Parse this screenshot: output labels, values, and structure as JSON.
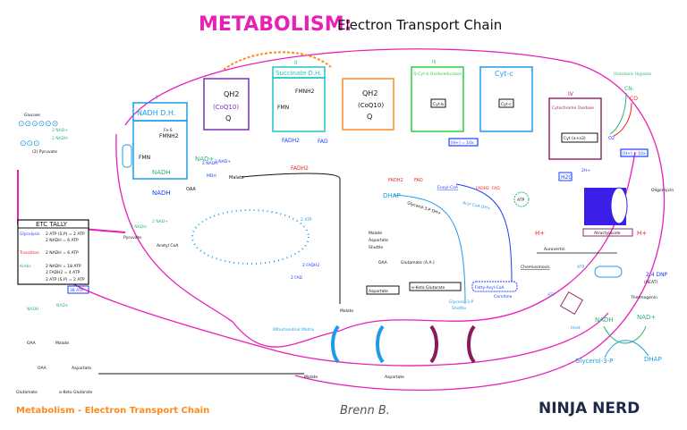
{
  "title": {
    "main": "METABOLISM:",
    "sub": "Electron Transport Chain"
  },
  "footer": {
    "left": "Metabolism - Electron Transport Chain",
    "signature": "Brenn B.",
    "logo": "NINJA NERD"
  },
  "colors": {
    "title": "#e91fb8",
    "membrane": "#e91fb8",
    "complex1": "#1e9be9",
    "coq": "#7b2fbf",
    "complex2": "#22c4c4",
    "complex3": "#2bd13a",
    "cytc": "#1e9be9",
    "complex4": "#9b2a6b",
    "nadh": "#2bb673",
    "fadh2": "#f02020",
    "footer": "#ff8a1e"
  },
  "complexes": {
    "c1": {
      "numeral": "I",
      "name": "NADH D.H.",
      "fmn": "FMN",
      "fmnh2": "FMNH2",
      "fes": "Fe-S",
      "nadh": "NADH",
      "nad": "NAD+",
      "nadh_in": "NADH"
    },
    "coq1": {
      "qh2": "QH2",
      "coq": "(CoQ10)",
      "q": "Q"
    },
    "c2": {
      "numeral": "II",
      "name": "Succinate D.H.",
      "fmn": "FMN",
      "fmnh2": "FMNH2",
      "fadh2": "FADH2",
      "fad": "FAD",
      "fadh2_red": "FADH2"
    },
    "coq2": {
      "qh2": "QH2",
      "coq": "(CoQ10)",
      "q": "Q"
    },
    "c3": {
      "numeral": "III",
      "name": "Q-Cyt-b Oxidoreductase",
      "cyt": "Cyt-b",
      "ratio": "[H+] = 10x"
    },
    "cytc": {
      "name": "Cyt-c",
      "cyt": "Cyt-c"
    },
    "c4": {
      "numeral": "IV",
      "name": "Cytochrome Oxidase",
      "cyt": "Cyt (a+a3)",
      "ratio": "[H+] = 10x",
      "o2": "O2",
      "h2o": "H2O",
      "h": "2H+"
    }
  },
  "hypoxia": {
    "label": "Histotoxic Hypoxia",
    "cn": "CN-",
    "co": "CO"
  },
  "atp_synthase": {
    "oligomycin": "Oligomycin",
    "atp": "ATP",
    "atractyloside": "Atractyloside",
    "aurovertin": "Aurovertin",
    "chemiosmosis": "Chemiosmosis",
    "dnp": "2,4 DNP",
    "heat": "(HEAT)",
    "thermogenin": "Thermogenin",
    "nadh": "NADH",
    "nad": "NAD+",
    "g3p": "Glycerol-3-P",
    "dhap": "DHAP",
    "heat_small": "Heat",
    "h1": "H+",
    "h2": "H+"
  },
  "glycolysis": {
    "glucose": "Glucose",
    "nad": "2 NAD+",
    "nadh": "2 NADH",
    "pyruvate": "(2) Pyruvate"
  },
  "tally": {
    "title": "ETC TALLY",
    "rows": [
      {
        "label": "Glycolysis",
        "lines": [
          "2 ATP (S.P) = 2 ATP",
          "2 NADH = 6 ATP"
        ]
      },
      {
        "label": "Transition",
        "lines": [
          "2 NADH = 6 ATP"
        ]
      },
      {
        "label": "Krebs",
        "lines": [
          "2 NADH = 18 ATP",
          "2 FADH2 = 4 ATP",
          "2 ATP (S.P) = 2 ATP"
        ]
      }
    ],
    "total": "38 ATP"
  },
  "shuttle": {
    "title1": "Malate",
    "title2": "Aspartate",
    "title3": "Shuttle",
    "oaa": "OAA",
    "glutamate": "Glutamate (A.A.)",
    "aspartate": "Aspartate",
    "akg": "α-Keto Glutarate",
    "malate": "Malate",
    "matrix": "Mitochondrial Matrix",
    "malate_top": "Malate",
    "oaa_top": "OAA",
    "nadh_small": "2 NADH",
    "nad_small": "2 NAD+",
    "mdh": "MDH",
    "cyto_nadh": "NADH",
    "cyto_nad": "NAD+",
    "cyto_oaa": "OAA",
    "cyto_malate": "Malate",
    "cyto_oaa2": "OAA",
    "cyto_aspartate": "Aspartate",
    "cyto_glutamate": "Glutamate",
    "cyto_akg": "α-Keto Glutarate",
    "malate_bottom": "Malate",
    "aspartate_bottom": "Aspartate"
  },
  "g3p_shuttle": {
    "fadh2": "FADH2",
    "fad": "FAD",
    "dhap": "DHAP",
    "g3p_dh": "Glycerol-3-P DH+",
    "g3p": "Glycerol-3-P",
    "shuttle": "Shuttle"
  },
  "beta_ox": {
    "enoyl": "Enoyl-CoA",
    "fadh2": "FADH2",
    "fad": "FAD",
    "acyl_dh": "Acyl CoA DH+",
    "fatty": "Fatty-Acyl-CoA",
    "carnitine": "Carnitine"
  },
  "krebs": {
    "pyruvate": "Pyruvate",
    "acetyl": "Acetyl CoA",
    "nadh1": "2 NADH",
    "nad1": "2 NAD+",
    "fadh2": "2 FADH2",
    "fad": "2 FAD",
    "atp": "2 ATP"
  }
}
